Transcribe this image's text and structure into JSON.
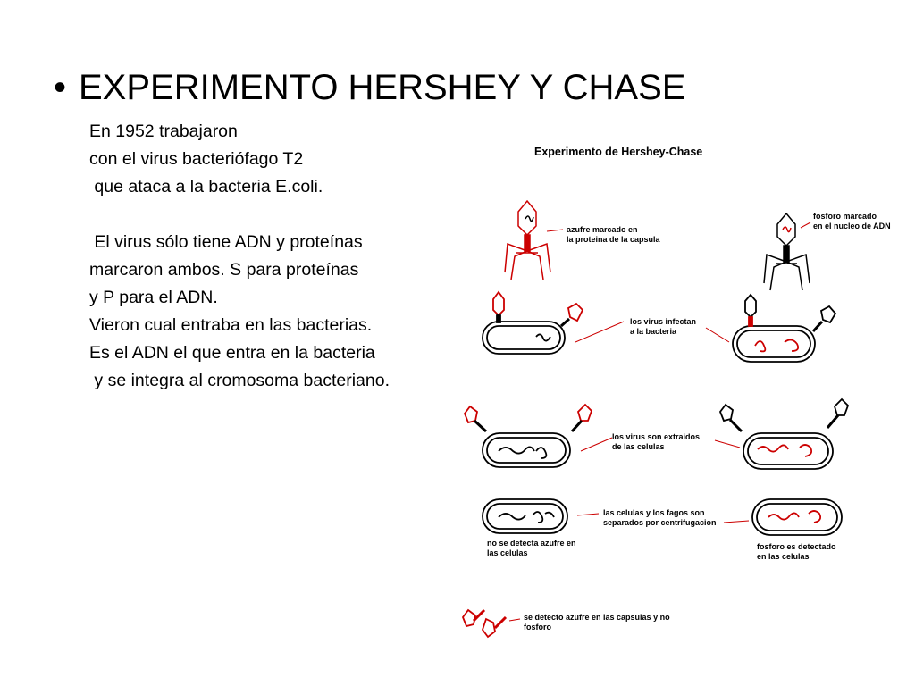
{
  "slide": {
    "bullet": "•",
    "title": "EXPERIMENTO HERSHEY Y CHASE",
    "lines": [
      "En 1952 trabajaron",
      "con el virus bacteriófago T2",
      " que ataca a la bacteria E.coli.",
      "",
      " El virus sólo tiene ADN y proteínas",
      "marcaron ambos. S para proteínas",
      "y P para el ADN.",
      "Vieron cual entraba en las bacterias.",
      "Es el ADN el que entra en la bacteria",
      " y se integra al cromosoma bacteriano."
    ]
  },
  "figure": {
    "title": "Experimento de Hershey-Chase",
    "labels": {
      "sulfur_marked": [
        "azufre marcado en",
        "la proteina de la capsula"
      ],
      "phosphorus_marked": [
        "fosforo marcado",
        "en el nucleo de ADN"
      ],
      "infection": [
        "los virus infectan",
        "a la bacteria"
      ],
      "extraction": [
        "los virus son extraidos",
        "de las celulas"
      ],
      "separation": [
        "las celulas y los fagos son",
        "separados por centrifugacion"
      ],
      "no_sulfur": [
        "no se detecta azufre en",
        "las celulas"
      ],
      "phosphorus_detected": [
        "fosforo es detectado",
        "en las celulas"
      ],
      "capsule_result": [
        "se detecto azufre en las capsulas y no",
        "fosforo"
      ]
    },
    "colors": {
      "label": "#cc0000",
      "outline": "#000000"
    }
  }
}
